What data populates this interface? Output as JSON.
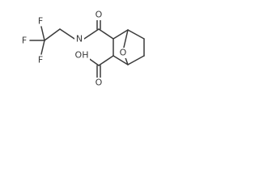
{
  "molecule": {
    "atoms": {
      "f_top": "F",
      "f_left": "F",
      "f_bottom": "F",
      "amide_o": "O",
      "amide_n": "N",
      "bridge_o": "O",
      "acid_oh": "OH",
      "acid_o": "O"
    }
  }
}
